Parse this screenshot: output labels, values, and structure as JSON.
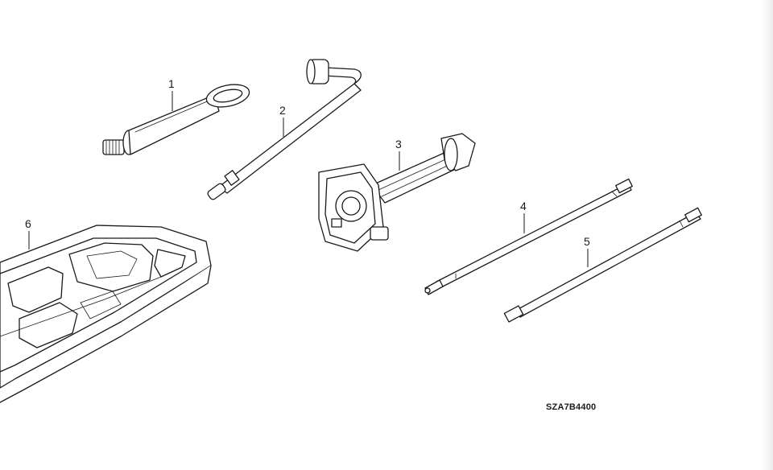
{
  "diagram": {
    "parts": [
      {
        "number": "1",
        "icon": "towing-hook-icon"
      },
      {
        "number": "2",
        "icon": "wheel-nut-wrench-icon"
      },
      {
        "number": "3",
        "icon": "jack-icon"
      },
      {
        "number": "4",
        "icon": "jack-handle-bar-icon"
      },
      {
        "number": "5",
        "icon": "jack-extension-bar-icon"
      },
      {
        "number": "6",
        "icon": "tool-tray-icon"
      }
    ],
    "reference_code": "SZA7B4400"
  }
}
